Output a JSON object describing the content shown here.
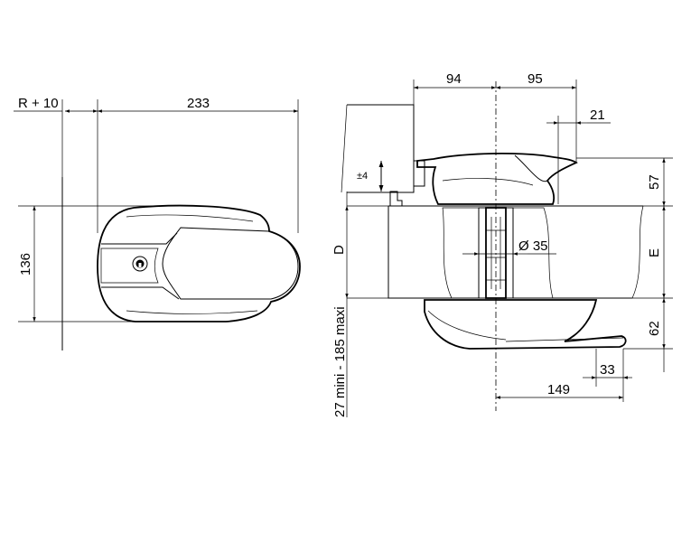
{
  "left_view": {
    "dim_r_plus": "R + 10",
    "dim_width": "233",
    "dim_height": "136"
  },
  "right_view": {
    "dim_94": "94",
    "dim_95": "95",
    "dim_21": "21",
    "dim_57": "57",
    "dim_tolerance": "±4",
    "dim_d": "D",
    "dim_e": "E",
    "dim_bore": "Ø 35",
    "dim_62": "62",
    "dim_33": "33",
    "dim_149": "149",
    "dim_range": "27 mini - 185 maxi"
  }
}
